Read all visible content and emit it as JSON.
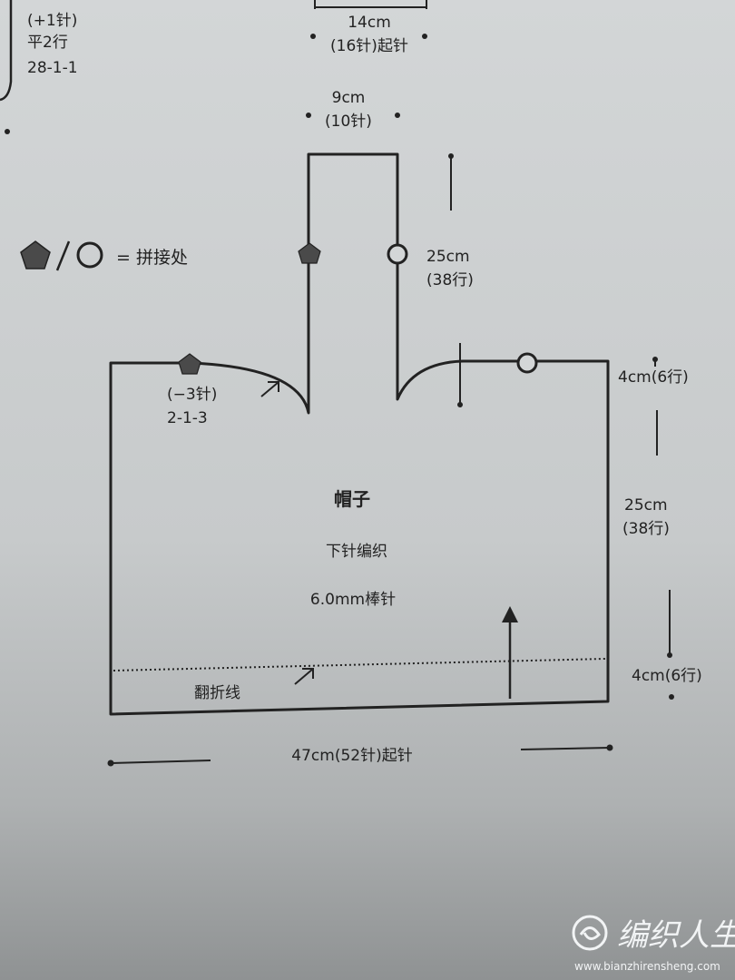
{
  "top_left": {
    "line1": "(+1针)",
    "line2": "平2行",
    "line3": "28-1-1"
  },
  "top_center": {
    "width": "14cm",
    "stitches": "(16针)起针"
  },
  "neck": {
    "width": "9cm",
    "stitches": "(10针)"
  },
  "legend": {
    "text": "= 拼接处",
    "pentagon_color": "#4a4a4a"
  },
  "strap": {
    "height": "25cm",
    "rows": "(38行)"
  },
  "decrease": {
    "stitches": "(−3针)",
    "sequence": "2-1-3"
  },
  "piece": {
    "title": "帽子",
    "technique": "下针编织",
    "needle": "6.0mm棒针",
    "fold_line": "翻折线"
  },
  "right_dims": {
    "top": "4cm(6行)",
    "middle_height": "25cm",
    "middle_rows": "(38行)",
    "bottom": "4cm(6行)"
  },
  "bottom_dim": {
    "text": "47cm(52针)起针"
  },
  "watermark": {
    "brand": "编织人生",
    "url": "www.bianzhirensheng.com"
  }
}
